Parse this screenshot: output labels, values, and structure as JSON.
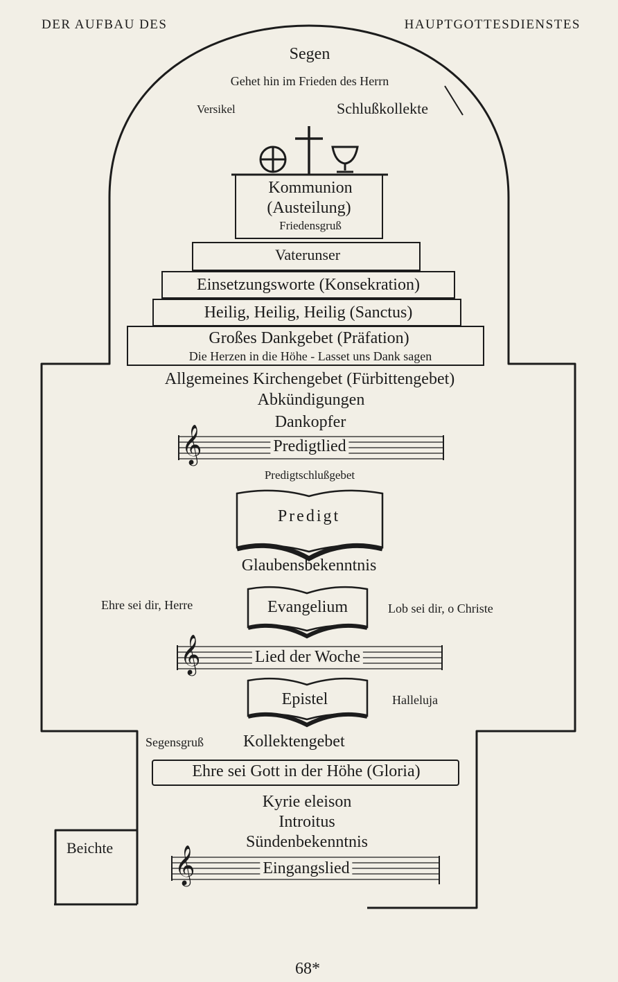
{
  "header": {
    "left": "DER AUFBAU DES",
    "right": "HAUPTGOTTESDIENSTES"
  },
  "arch": {
    "segen": "Segen",
    "gehet": "Gehet hin im Frieden des Herrn",
    "versikel": "Versikel",
    "schlusskollekte": "Schlußkollekte"
  },
  "altar": {
    "kommunion": "Kommunion",
    "austeilung": "(Austeilung)",
    "friedensgruss": "Friedensgruß",
    "vaterunser": "Vaterunser",
    "einsetzung": "Einsetzungsworte (Konsekration)",
    "sanctus": "Heilig, Heilig, Heilig (Sanctus)",
    "praefation": "Großes Dankgebet (Präfation)",
    "herzen": "Die Herzen in die Höhe - Lasset uns Dank sagen"
  },
  "nave": {
    "kirchengebet": "Allgemeines Kirchengebet (Fürbittengebet)",
    "abkuendigungen": "Abkündigungen",
    "dankopfer": "Dankopfer",
    "predigtlied": "Predigtlied",
    "predigtschluss": "Predigtschlußgebet",
    "predigt": "Predigt",
    "glaubensbekenntnis": "Glaubensbekenntnis",
    "ehre_herre": "Ehre sei dir, Herre",
    "evangelium": "Evangelium",
    "lob_christe": "Lob sei dir, o Christe",
    "lied_der_woche": "Lied der Woche",
    "epistel": "Epistel",
    "halleluja": "Halleluja"
  },
  "entrance": {
    "segensgruss": "Segensgruß",
    "kollektengebet": "Kollektengebet",
    "gloria": "Ehre sei Gott in der Höhe (Gloria)",
    "kyrie": "Kyrie eleison",
    "introitus": "Introitus",
    "suendenbekenntnis": "Sündenbekenntnis",
    "eingangslied": "Eingangslied",
    "beichte": "Beichte"
  },
  "footer": {
    "page_number": "68*"
  },
  "icons": [
    "host-icon",
    "cross-icon",
    "chalice-icon",
    "treble-clef-icon",
    "open-book-icon"
  ],
  "colors": {
    "ink": "#1c1c1c",
    "paper": "#f2efe6"
  }
}
